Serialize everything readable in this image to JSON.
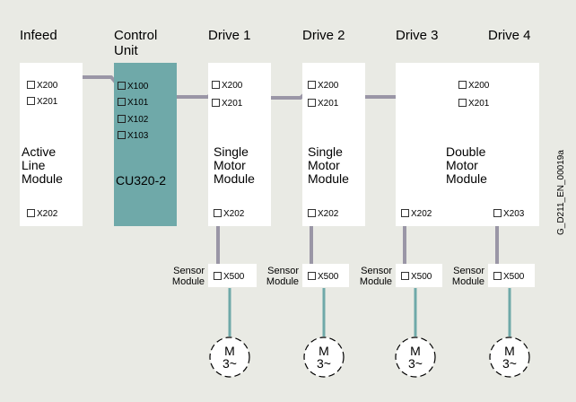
{
  "headers": {
    "infeed": "Infeed",
    "control_unit_line1": "Control",
    "control_unit_line2": "Unit",
    "drive1": "Drive 1",
    "drive2": "Drive 2",
    "drive3": "Drive 3",
    "drive4": "Drive 4"
  },
  "modules": {
    "alm": {
      "line1": "Active",
      "line2": "Line",
      "line3": "Module",
      "x200": "X200",
      "x201": "X201",
      "x202": "X202"
    },
    "cu": {
      "name": "CU320-2",
      "x100": "X100",
      "x101": "X101",
      "x102": "X102",
      "x103": "X103"
    },
    "smm1": {
      "line1": "Single",
      "line2": "Motor",
      "line3": "Module",
      "x200": "X200",
      "x201": "X201",
      "x202": "X202"
    },
    "smm2": {
      "line1": "Single",
      "line2": "Motor",
      "line3": "Module",
      "x200": "X200",
      "x201": "X201",
      "x202": "X202"
    },
    "dmm": {
      "line1": "Double",
      "line2": "Motor",
      "line3": "Module",
      "x200": "X200",
      "x201": "X201",
      "x202": "X202",
      "x203": "X203"
    }
  },
  "sensor_module": {
    "line1": "Sensor",
    "line2": "Module",
    "port": "X500"
  },
  "motor": {
    "line1": "M",
    "line2": "3~"
  },
  "doc_id": "G_D211_EN_00019a",
  "colors": {
    "background": "#e9eae4",
    "drive_cliq": "#9a96a6",
    "motor_cable": "#6fa9a9",
    "control_unit": "#6fa9a9"
  }
}
